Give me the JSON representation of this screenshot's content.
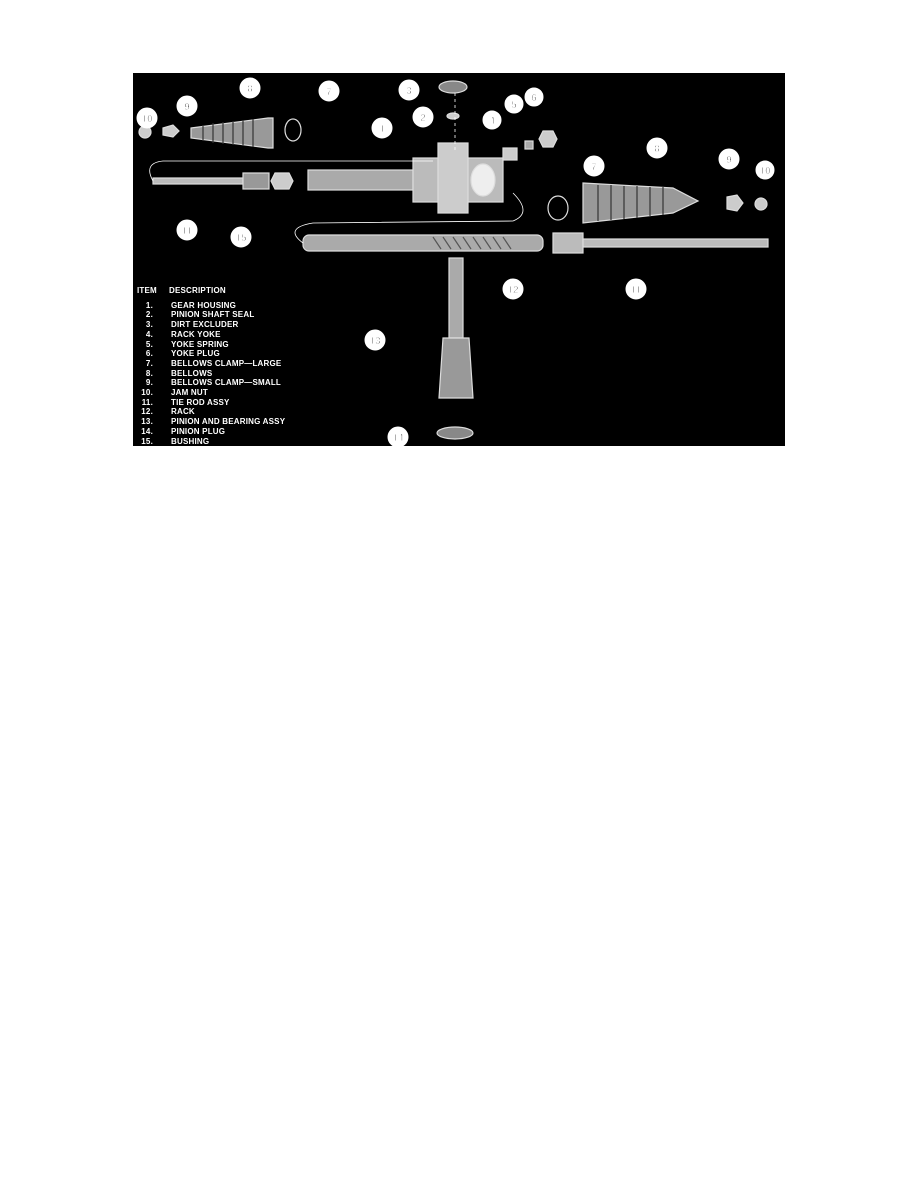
{
  "figure": {
    "legend": {
      "header_item": "ITEM",
      "header_description": "DESCRIPTION",
      "items": [
        {
          "num": "1.",
          "desc": "GEAR HOUSING"
        },
        {
          "num": "2.",
          "desc": "PINION SHAFT SEAL"
        },
        {
          "num": "3.",
          "desc": "DIRT EXCLUDER"
        },
        {
          "num": "4.",
          "desc": "RACK YOKE"
        },
        {
          "num": "5.",
          "desc": "YOKE SPRING"
        },
        {
          "num": "6.",
          "desc": "YOKE PLUG"
        },
        {
          "num": "7.",
          "desc": "BELLOWS CLAMP—LARGE"
        },
        {
          "num": "8.",
          "desc": "BELLOWS"
        },
        {
          "num": "9.",
          "desc": "BELLOWS CLAMP—SMALL"
        },
        {
          "num": "10.",
          "desc": "JAM NUT"
        },
        {
          "num": "11.",
          "desc": "TIE ROD ASSY"
        },
        {
          "num": "12.",
          "desc": "RACK"
        },
        {
          "num": "13.",
          "desc": "PINION AND BEARING ASSY"
        },
        {
          "num": "14.",
          "desc": "PINION PLUG"
        },
        {
          "num": "15.",
          "desc": "BUSHING"
        }
      ]
    },
    "callouts": [
      "10",
      "9",
      "8",
      "7",
      "3",
      "2",
      "1",
      "4",
      "5",
      "6",
      "11",
      "15",
      "12",
      "7",
      "8",
      "9",
      "10",
      "11",
      "13",
      "14"
    ]
  }
}
